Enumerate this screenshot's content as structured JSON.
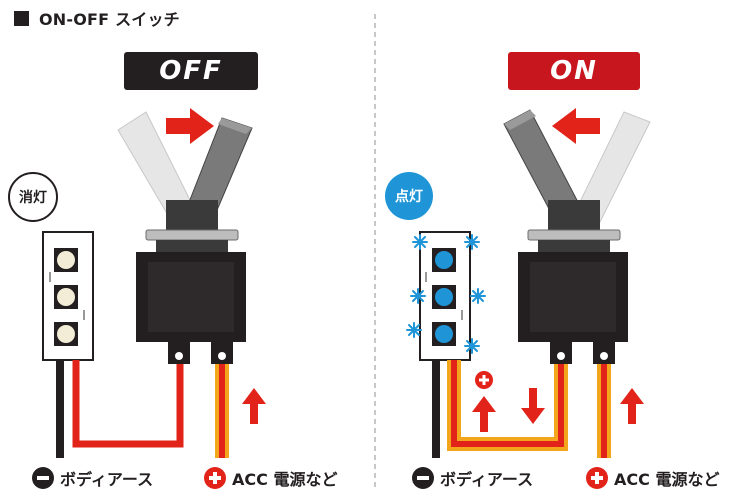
{
  "title": "ON-OFF スイッチ",
  "left_panel": {
    "badge": "OFF",
    "status": "消灯",
    "legend_ground": "ボディアース",
    "legend_power": "ACC 電源など"
  },
  "right_panel": {
    "badge": "ON",
    "status": "点灯",
    "legend_ground": "ボディアース",
    "legend_power": "ACC 電源など"
  },
  "colors": {
    "off_badge": "#231f20",
    "on_badge": "#c8161e",
    "lit_led": "#1f95d8",
    "power_wire": "#e2231a",
    "wire_outline": "#f3a51b",
    "ground_wire": "#231f20",
    "arrow": "#e2231a",
    "switch_body": "#231f20"
  },
  "icons": [
    "minus-icon",
    "plus-icon",
    "arrow-right-icon",
    "arrow-left-icon",
    "arrow-up-icon",
    "arrow-down-icon",
    "sparkle-icon"
  ]
}
